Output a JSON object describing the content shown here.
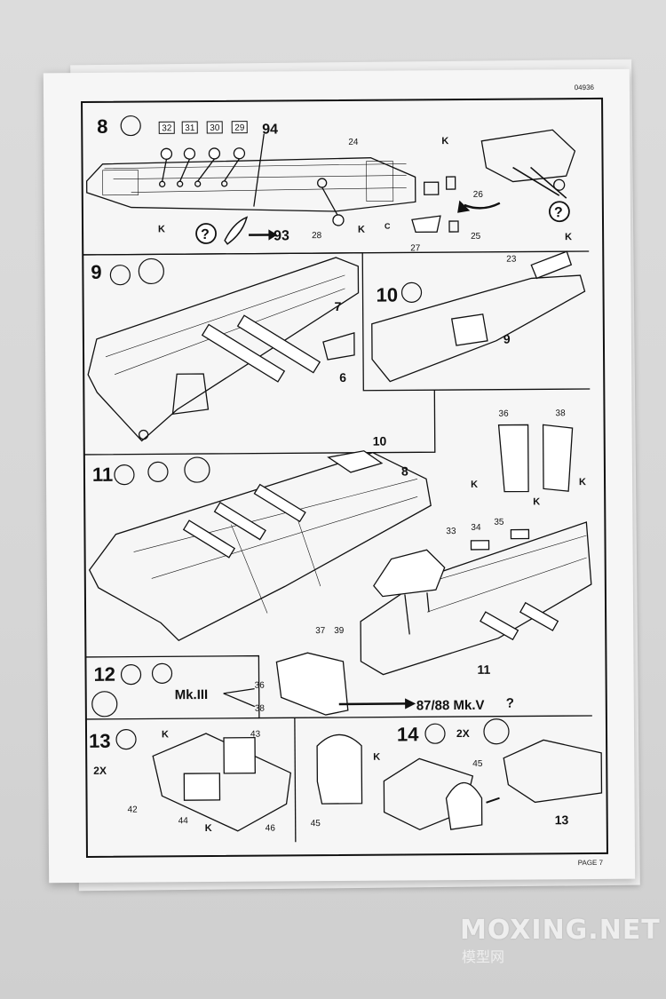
{
  "document": {
    "code": "04936",
    "page": "PAGE 7"
  },
  "steps": {
    "s8": "8",
    "s9": "9",
    "s10": "10",
    "s11": "11",
    "s12": "12",
    "s13": "13",
    "s14": "14"
  },
  "parts": {
    "p32": "32",
    "p31": "31",
    "p30": "30",
    "p29": "29",
    "p94": "94",
    "p24": "24",
    "p26": "26",
    "p27": "27",
    "p28": "28",
    "p25": "25",
    "p93": "93",
    "p7": "7",
    "p6": "6",
    "p23": "23",
    "p9": "9",
    "p10": "10",
    "p8": "8",
    "p36": "36",
    "p38": "38",
    "p33": "33",
    "p34": "34",
    "p35": "35",
    "p37": "37",
    "p39": "39",
    "p11": "11",
    "p36b": "36",
    "p38b": "38",
    "p43": "43",
    "p42": "42",
    "p44": "44",
    "p46": "46",
    "p45a": "45",
    "p45b": "45",
    "p13": "13"
  },
  "marks": {
    "question": "?",
    "k": "K",
    "c": "C",
    "arrow93": "→ 93"
  },
  "variants": {
    "mk3": "Mk.III",
    "mk5": "87/88 Mk.V",
    "twox": "2X"
  },
  "watermark": {
    "main": "MOXING.NET",
    "sub": "模型网"
  }
}
